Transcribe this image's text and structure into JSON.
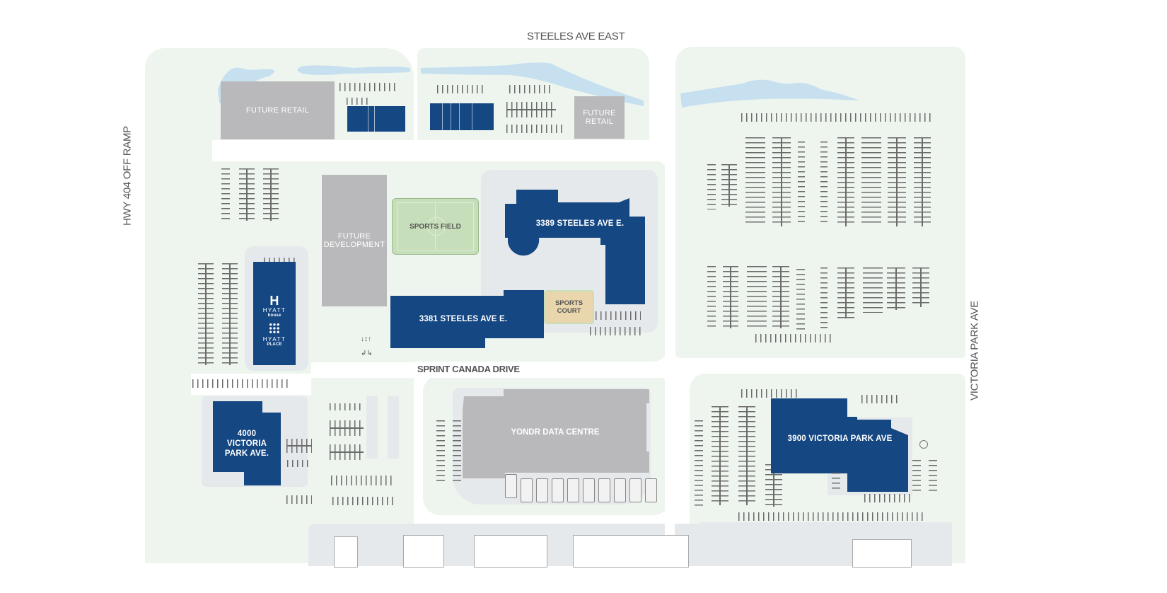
{
  "map": {
    "type": "site plan",
    "colors": {
      "building": "#154783",
      "future": "#b9b9bb",
      "green_space": "#eef5ee",
      "paving": "#e6e9ec",
      "water": "#c6e0f0",
      "sports_field": "#c7deba",
      "sports_court": "#e9d6ad",
      "parking_lines": "#6b6b6b"
    }
  },
  "streets": {
    "north": "STEELES AVE EAST",
    "west": "HWY 404 OFF RAMP",
    "east": "VICTORIA PARK AVE",
    "internal": "SPRINT CANADA DRIVE"
  },
  "buildings": {
    "b3389": "3389 STEELES AVE E.",
    "b3381": "3381 STEELES AVE E.",
    "b4000": [
      "4000",
      "VICTORIA",
      "PARK AVE."
    ],
    "b3900": "3900 VICTORIA PARK AVE",
    "hyatt": {
      "house_brand": "HYATT",
      "house_sub": "house",
      "place_brand": "HYATT",
      "place_sub": "PLACE"
    },
    "yondr": "YONDR DATA CENTRE"
  },
  "future_sites": {
    "retail_west": "FUTURE RETAIL",
    "retail_east": [
      "FUTURE",
      "RETAIL"
    ],
    "development": [
      "FUTURE",
      "DEVELOPMENT"
    ]
  },
  "amenities": {
    "sports_field": "SPORTS FIELD",
    "sports_court": [
      "SPORTS",
      "COURT"
    ]
  },
  "traffic_arrows": {
    "row1": "↓↕↑",
    "row2": "↲↳"
  }
}
